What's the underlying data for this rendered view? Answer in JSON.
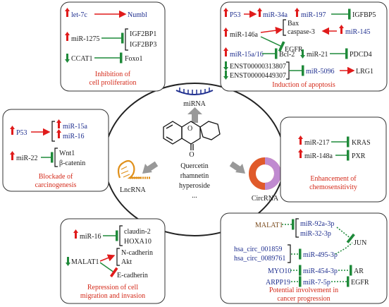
{
  "boxes": {
    "proliferation": {
      "caption": [
        "Inhibition of",
        "cell proliferation"
      ],
      "let7c": "let-7c",
      "numbl": "Numbl",
      "mir1275": "miR-1275",
      "igf2bp1": "IGF2BP1",
      "igf2bp3": "IGF2BP3",
      "ccat1": "CCAT1",
      "foxo1": "Foxo1"
    },
    "apoptosis": {
      "caption": "Induction of apoptosis",
      "p53": "P53",
      "mir34a": "miR-34a",
      "mir197": "miR-197",
      "igfbp5": "IGFBP5",
      "mir146a": "miR-146a",
      "bax": "Bax",
      "casp3": "caspase-3",
      "mir145": "miR-145",
      "egfr": "EGFR",
      "mir15a16": "miR-15a/16",
      "bcl2": "Bcl-2",
      "mir21": "miR-21",
      "pdcd4": "PDCD4",
      "enst1": "ENST00000313807",
      "enst2": "ENST00000449307",
      "mir5096": "miR-5096",
      "lrg1": "LRG1"
    },
    "carcinogenesis": {
      "caption": [
        "Blockade of",
        "carcinogenesis"
      ],
      "p53": "P53",
      "mir15a": "miR-15a",
      "mir16": "miR-16",
      "mir22": "miR-22",
      "wnt1": "Wnt1",
      "bcatenin": "β-catenin"
    },
    "chemosensitivity": {
      "caption": [
        "Enhancement of",
        "chemosensitivity"
      ],
      "mir217": "miR-217",
      "kras": "KRAS",
      "mir148a": "miR-148a",
      "pxr": "PXR"
    },
    "migration": {
      "caption": [
        "Repression of cell",
        "migration and invasion"
      ],
      "mir16": "miR-16",
      "claudin2": "claudin-2",
      "hoxa10": "HOXA10",
      "malat1": "MALAT1",
      "ncad": "N-cadherin",
      "akt": "Akt",
      "ecad": "E-cadherin"
    },
    "progression": {
      "caption": [
        "Potential involvement in",
        "cancer progression"
      ],
      "malat1": "MALAT1",
      "mir92a": "miR-92a-3p",
      "mir32": "miR-32-3p",
      "jun": "JUN",
      "circ1": "hsa_circ_001859",
      "circ2": "hsa_circ_0089761",
      "mir495": "miR-495-3p",
      "myo10": "MYO10",
      "mir454": "miR-454-3p",
      "ar": "AR",
      "arpp19": "ARPP19",
      "mir75p": "miR-7-5p",
      "egfr": "EGFR"
    }
  },
  "center": {
    "mirna": "miRNA",
    "lncrna": "LncRNA",
    "circrna": "CircRNA",
    "compounds": [
      "Quercetin",
      "rhamnetin",
      "hyperoside",
      "..."
    ],
    "keto": "O"
  },
  "colors": {
    "up": "#e01b1b",
    "down": "#1f8a3a",
    "caption": "#d42a1a",
    "mirna": "#1f2f8f"
  }
}
